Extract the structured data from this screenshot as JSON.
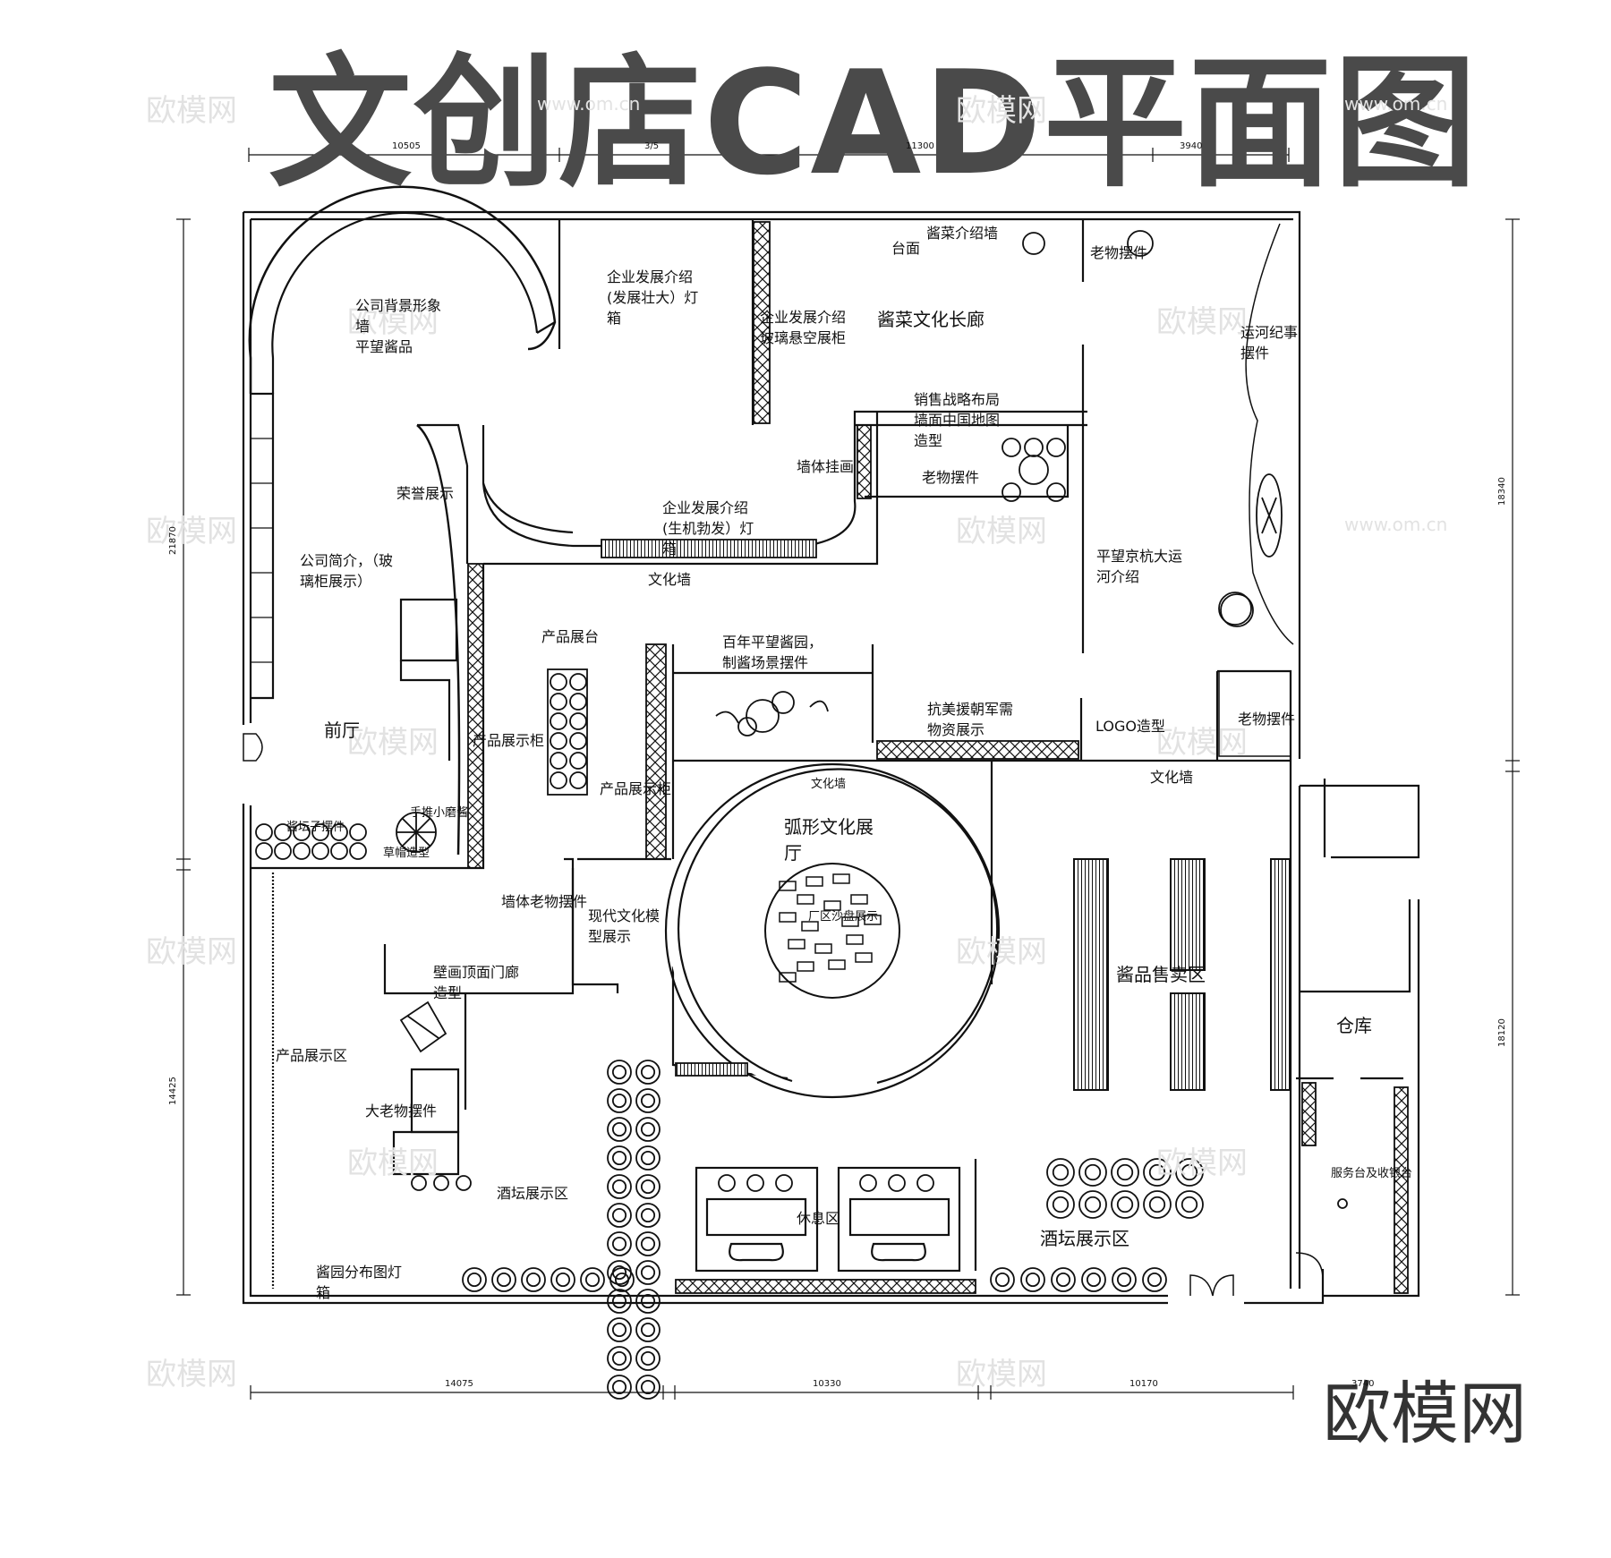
{
  "title": "文创店CAD平面图",
  "brand": "欧模网",
  "watermark_text": "欧模网",
  "watermark_url": "www.om.cn",
  "dimensions": {
    "top": [
      "10505",
      "3/5",
      "11300",
      "3940"
    ],
    "bottom": [
      "14075",
      "10330",
      "10170",
      "3740"
    ],
    "left": [
      "21870",
      "14425"
    ],
    "right": [
      "18340",
      "18120"
    ]
  },
  "labels": {
    "jiangcai_wall": "酱菜介绍墙",
    "taimian": "台面",
    "laowu_top": "老物摆件",
    "qiye_fazhan_zhuangda": "企业发展介绍\n(发展壮大）灯\n箱",
    "qiye_fazhan_glass": "企业发展介绍\n玻璃悬空展柜",
    "changlang": "酱菜文化长廊",
    "gongsi_beijing": "公司背景形象\n墙\n平望酱品",
    "yunhe_jishi": "运河纪事\n摆件",
    "xiaoshou": "销售战略布局\n墙面中国地图\n造型",
    "qiangti_guahua": "墙体挂画",
    "laowu_mid": "老物摆件",
    "rongyu": "荣誉展示",
    "qiye_fazhan_shengji": "企业发展介绍\n(生机勃发）灯\n箱",
    "wenhua_qiang_1": "文化墙",
    "gongsi_jianjie": "公司简介，（玻\n璃柜展示）",
    "pingwang_yunhe": "平望京杭大运\n河介绍",
    "chanpin_zhantai": "产品展台",
    "bainian": "百年平望酱园，\n制酱场景摆件",
    "kangmei": "抗美援朝军需\n物资展示",
    "logo": "LOGO造型",
    "laowu_right": "老物摆件",
    "qianting": "前厅",
    "chanpin_zhanshigui": "产品展示柜",
    "chanpin_zhanshijia": "产品展示柜",
    "wenhua_qiang_2": "文化墙",
    "wenhua_qiang_3": "文化墙",
    "hu_xing": "弧形文化展\n厅",
    "jiangtanzi": "酱坛子摆件",
    "caomao": "草帽造型",
    "shangjiang": "手推小磨酱",
    "qiangti_laowu": "墙体老物摆件",
    "xiandai": "现代文化模\n型展示",
    "changqu_shapan": "厂区沙盘展示",
    "jiangpin_shoumai": "酱品售卖区",
    "bihua": "壁画顶面门廊\n造型",
    "cangku": "仓库",
    "chanpin_zhanshiqu": "产品展示区",
    "da_laowu": "大老物摆件",
    "jiutan_left": "酒坛展示区",
    "xiuxi": "休息区",
    "jiutan_right": "酒坛展示区",
    "fuwutai": "服务台及收银台",
    "jiangyuan_fenbu": "酱园分布图灯\n箱"
  }
}
